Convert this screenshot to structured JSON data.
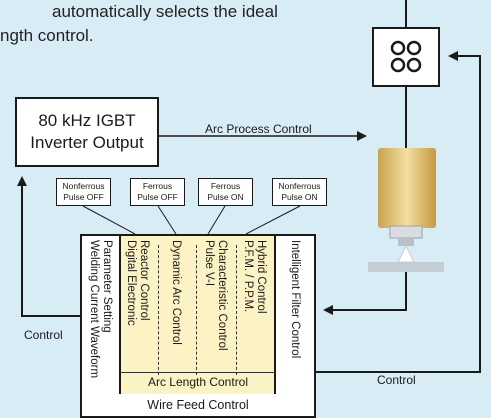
{
  "intro_text": {
    "line1": "automatically selects the ideal",
    "line2": "ngth control."
  },
  "inverter": {
    "line1": "80 kHz IGBT",
    "line2": "Inverter Output"
  },
  "arc_process_label": "Arc Process Control",
  "pulse_modes": [
    {
      "line1": "Nonferrous",
      "line2": "Pulse OFF"
    },
    {
      "line1": "Ferrous",
      "line2": "Pulse OFF"
    },
    {
      "line1": "Ferrous",
      "line2": "Pulse ON"
    },
    {
      "line1": "Nonferrous",
      "line2": "Pulse ON"
    }
  ],
  "waveform": {
    "line1": "Welding Current Waveform",
    "line2": "Parameter Setting"
  },
  "arc_controls": [
    {
      "line1": "Digital Electronic",
      "line2": "Reactor Control"
    },
    {
      "line1": "Dynamic Arc Control",
      "line2": ""
    },
    {
      "line1": "Pulse V-I",
      "line2": "Characteristic Control"
    },
    {
      "line1": "P.F.M. / P.P.M.",
      "line2": "Hybrid Control"
    }
  ],
  "intelligent_filter": "Intelligent Filter Control",
  "arc_length_label": "Arc Length Control",
  "wire_feed_label": "Wire Feed Control",
  "control_left": "Control",
  "control_right": "Control",
  "colors": {
    "background": "#d8ecf6",
    "highlight": "#fbf3c4",
    "torch": "#e6c878"
  }
}
